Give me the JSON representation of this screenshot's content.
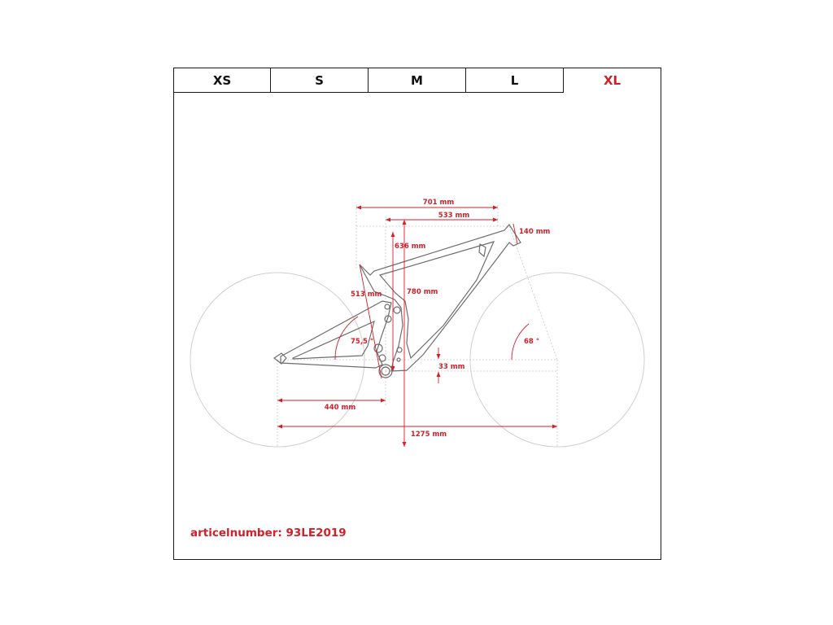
{
  "sizes": {
    "tabs": [
      "XS",
      "S",
      "M",
      "L",
      "XL"
    ],
    "selected": "XL"
  },
  "geometry": {
    "reach_stack_total": "701 mm",
    "effective_top_tube": "533 mm",
    "head_tube": "140 mm",
    "seat_tube": "636 mm",
    "stack": "780 mm",
    "seatpost_length": "513 mm",
    "seat_angle": "75,5 °",
    "head_angle": "68 °",
    "bb_drop": "33 mm",
    "chainstay": "440 mm",
    "wheelbase": "1275 mm"
  },
  "article": {
    "text": "articelnumber: 93LE2019"
  },
  "colors": {
    "accent": "#d0202a",
    "frame": "#6e6e6e",
    "wheel": "#c8c8c8",
    "border": "#1a1a1a"
  }
}
